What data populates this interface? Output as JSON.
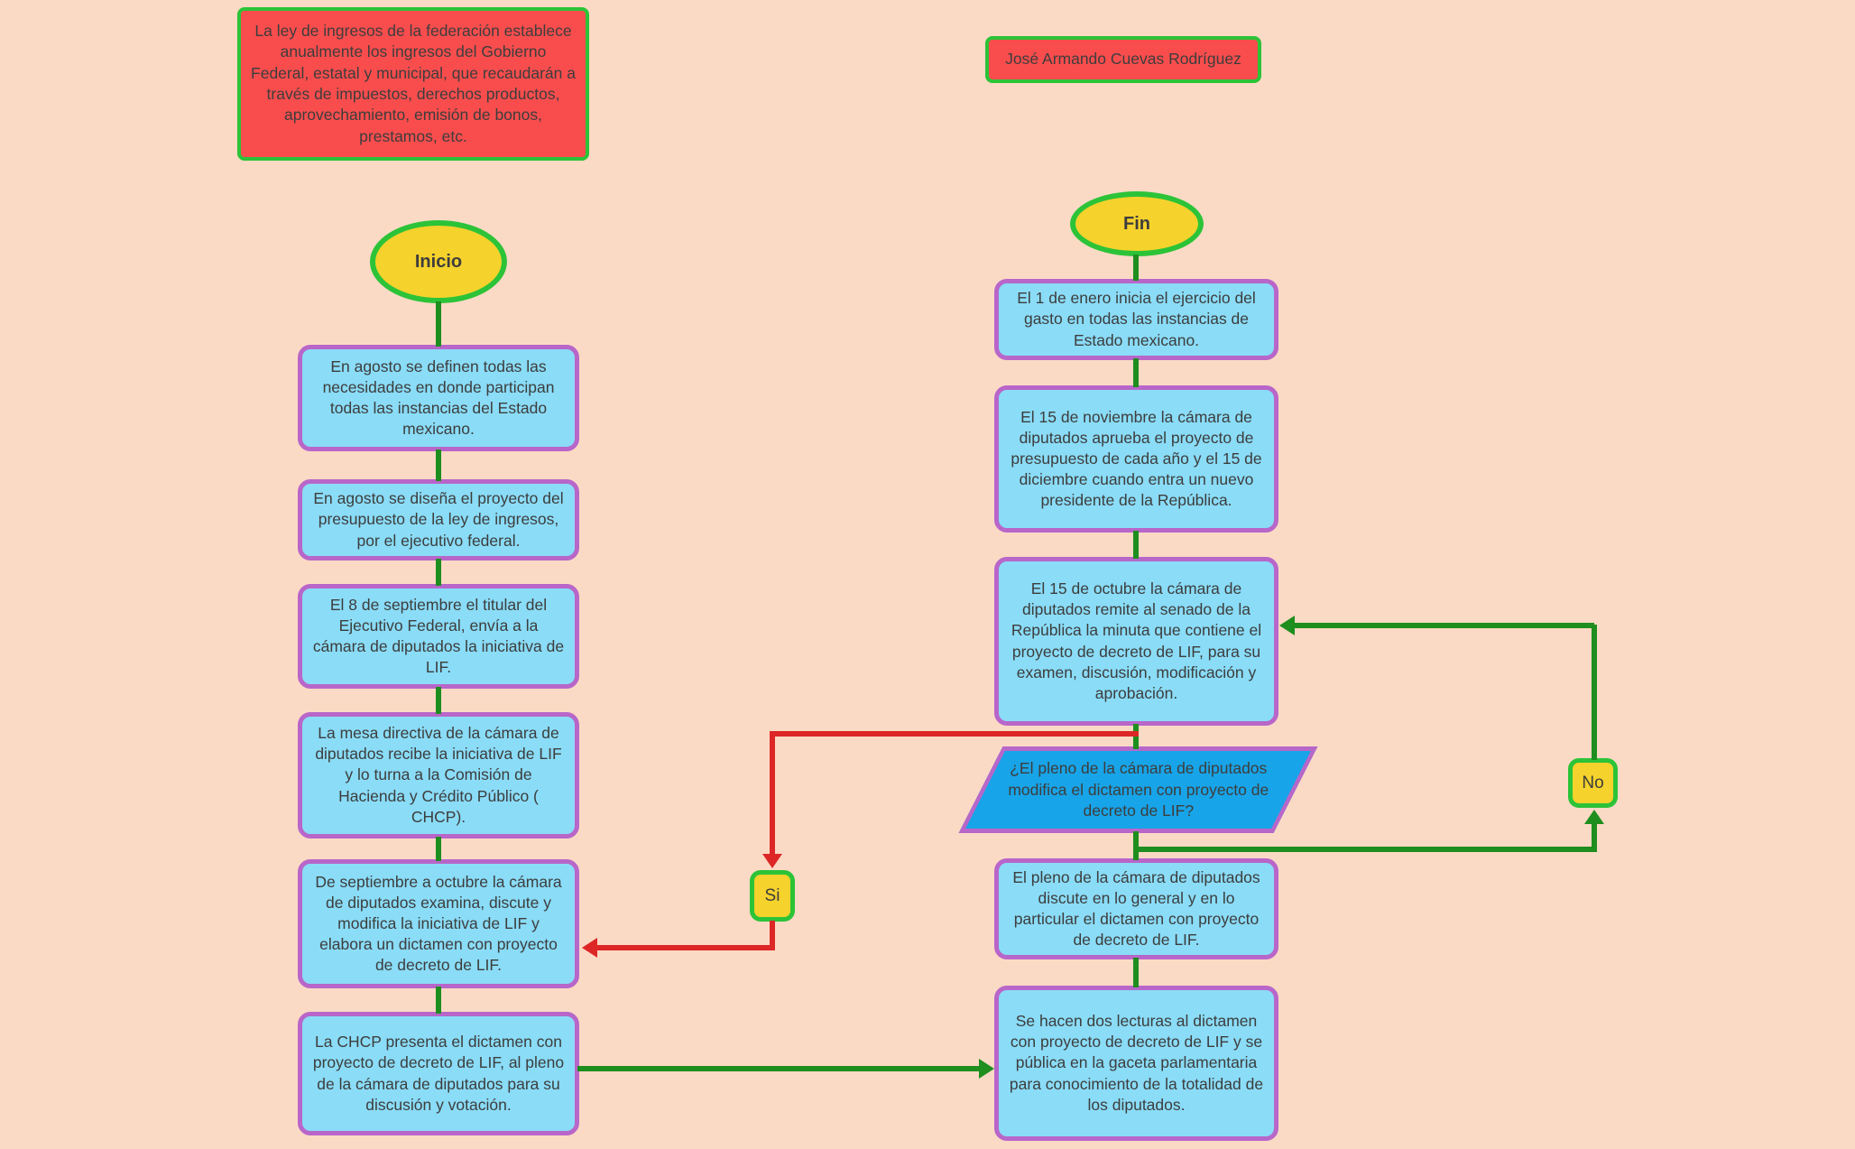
{
  "intro": {
    "text": "La ley de ingresos de la federación establece anualmente los ingresos del Gobierno Federal, estatal y municipal, que recaudarán a través de impuestos, derechos productos, aprovechamiento, emisión de bonos, prestamos, etc."
  },
  "author": {
    "text": "José Armando Cuevas Rodríguez"
  },
  "flow": {
    "start_label": "Inicio",
    "end_label": "Fin",
    "yes_label": "Si",
    "no_label": "No",
    "decision": "¿El pleno de la cámara de diputados modifica el dictamen con proyecto de decreto de LIF?",
    "left_steps": [
      "En agosto se definen todas las necesidades en donde participan todas las instancias del Estado mexicano.",
      "En agosto se diseña el proyecto del presupuesto de la ley de ingresos, por el ejecutivo federal.",
      "El 8 de septiembre el titular del Ejecutivo Federal, envía a la cámara de diputados la iniciativa de LIF.",
      "La mesa directiva de la cámara de diputados recibe la iniciativa de LIF y lo turna a la Comisión de Hacienda y Crédito Público ( CHCP).",
      "De septiembre a octubre la cámara de diputados examina, discute y modifica la iniciativa de LIF y elabora un dictamen con proyecto de decreto de LIF.",
      "La CHCP presenta el dictamen con proyecto de decreto de LIF, al pleno de la cámara de diputados para su discusión y votación."
    ],
    "right_steps": [
      "El 1 de enero inicia el ejercicio del gasto en todas las instancias de Estado mexicano.",
      "El 15 de noviembre la cámara de diputados aprueba el proyecto de presupuesto de cada año y el 15 de diciembre cuando entra un nuevo presidente de la República.",
      "El 15 de octubre la cámara de diputados remite al senado de la República la minuta que contiene el proyecto de decreto de LIF, para su examen, discusión, modificación y aprobación.",
      "El pleno de la cámara de diputados discute en lo general y en lo particular el dictamen con proyecto de decreto de LIF.",
      "Se hacen dos lecturas al dictamen con proyecto de decreto de LIF y se pública en la gaceta parlamentaria para conocimiento de la totalidad de los diputados."
    ]
  },
  "colors": {
    "background": "#fbdac5",
    "note_fill": "#f94d4d",
    "shape_green_border": "#2cc338",
    "terminator_fill": "#f5d22c",
    "process_fill": "#8adcf7",
    "process_border": "#b866c9",
    "decision_fill": "#18a4e8",
    "connector_green": "#1e8e1e",
    "connector_red": "#dd2727",
    "text": "#3d3d3d"
  }
}
